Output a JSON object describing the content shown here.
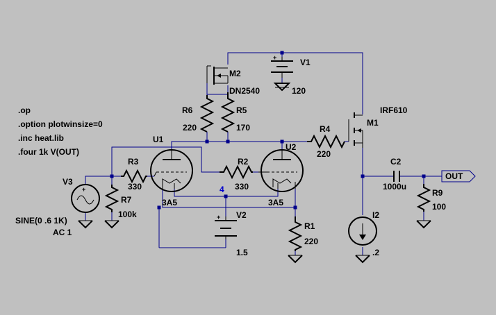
{
  "colors": {
    "background": "#c0c0c0",
    "wire": "#00008b",
    "component": "#000000",
    "net_label": "#0000cd"
  },
  "directives": {
    "op": ".op",
    "option": ".option plotwinsize=0",
    "inc": ".inc heat.lib",
    "four": ".four 1k V(OUT)"
  },
  "components": {
    "V1": {
      "name": "V1",
      "value": "120"
    },
    "M2": {
      "name": "M2",
      "value": "DN2540"
    },
    "R6": {
      "name": "R6",
      "value": "220"
    },
    "R5": {
      "name": "R5",
      "value": "170"
    },
    "U1": {
      "name": "U1",
      "value": "3A5"
    },
    "U2": {
      "name": "U2",
      "value": "3A5"
    },
    "R4": {
      "name": "R4",
      "value": "220"
    },
    "M1": {
      "name": "M1",
      "value": "IRF610"
    },
    "R3": {
      "name": "R3",
      "value": "330"
    },
    "R2": {
      "name": "R2",
      "value": "330"
    },
    "V3": {
      "name": "V3",
      "value": "SINE(0 .6 1K)",
      "ac": "AC 1"
    },
    "R7": {
      "name": "R7",
      "value": "100k"
    },
    "V2": {
      "name": "V2",
      "value": "1.5"
    },
    "R1": {
      "name": "R1",
      "value": "220"
    },
    "C2": {
      "name": "C2",
      "value": "1000u"
    },
    "R9": {
      "name": "R9",
      "value": "100"
    },
    "I2": {
      "name": "I2",
      "value": ".2"
    }
  },
  "nets": {
    "node4": "4",
    "out": "OUT"
  }
}
